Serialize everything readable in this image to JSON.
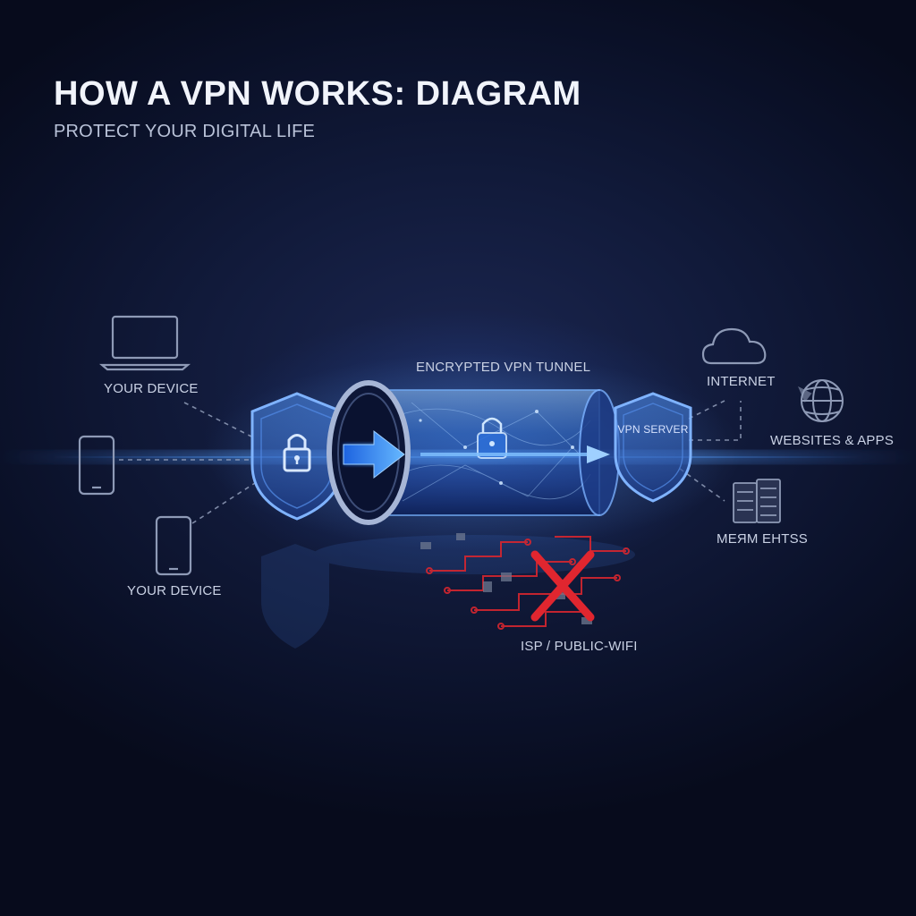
{
  "header": {
    "title": "HOW A VPN WORKS: DIAGRAM",
    "subtitle": "PROTECT YOUR DIGITAL LIFE"
  },
  "left": {
    "device_top_label": "YOUR DEVICE",
    "device_bottom_label": "YOUR DEVICE",
    "icons": [
      "laptop-icon",
      "smartphone-icon",
      "tablet-icon"
    ]
  },
  "tunnel": {
    "label": "ENCRYPTED VPN TUNNEL",
    "icons": [
      "shield-lock-icon",
      "arrow-right-icon",
      "lock-icon"
    ]
  },
  "server": {
    "label": "VPN SERVER"
  },
  "right": {
    "internet_label": "INTERNET",
    "websites_label": "WEBSITES & APPS",
    "merm_label": "MEЯM EHTSS",
    "icons": [
      "cloud-icon",
      "globe-icon",
      "server-rack-icon"
    ]
  },
  "threat": {
    "label": "ISP / PUBLIC-WIFI",
    "icons": [
      "circuit-icon",
      "blocked-x-icon"
    ]
  },
  "colors": {
    "accent": "#3d8bff",
    "glow": "#5aa8ff",
    "threat": "#e0262f",
    "text": "#c9d1e4",
    "background": "#111a3a"
  }
}
